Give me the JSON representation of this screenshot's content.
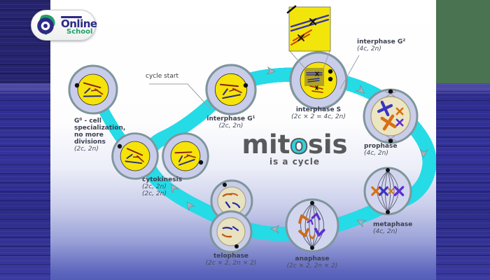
{
  "logo": {
    "primary": "Online",
    "secondary": "School"
  },
  "title": {
    "pre": "mit",
    "o": "o",
    "post": "sis",
    "subtitle": "is a cycle"
  },
  "annotations": {
    "cycle_start": "cycle start"
  },
  "phases": {
    "g0": {
      "name": "G⁰ - cell specialization, no more divisions",
      "value": "(2c, 2n)"
    },
    "g1": {
      "name": "interphase G¹",
      "value": "(2c, 2n)"
    },
    "s": {
      "name": "interphase S",
      "value": "(2c × 2 = 4c, 2n)"
    },
    "g2": {
      "name": "interphase G²",
      "value": "(4c, 2n)"
    },
    "prophase": {
      "name": "prophase",
      "value": "(4c, 2n)"
    },
    "metaphase": {
      "name": "metaphase",
      "value": "(4c, 2n)"
    },
    "anaphase": {
      "name": "anaphase",
      "value": "(2c × 2, 2n × 2)"
    },
    "telophase": {
      "name": "telophase",
      "value": "(2c × 2, 2n × 2)"
    },
    "cytokinesis": {
      "name": "cytokinesis",
      "value1": "(2c, 2n)",
      "value2": "(2c, 2n)"
    }
  },
  "colors": {
    "ring": "#25dbe6",
    "cell_body": "#c9cdea",
    "cell_outline": "#7e959c",
    "nucleus_yellow": "#f5e30a",
    "nucleus_beige": "#ece5c2",
    "chromosome_blue": "#3a35c2",
    "chromosome_orange": "#d96f12",
    "chromosome_purple": "#5c2fd2",
    "background_navy": "#2e2d8e",
    "corner_green": "#4a7451",
    "title_text": "#58595b",
    "title_o": "#2cd3e2",
    "logo_blue": "#2d2a86",
    "logo_green": "#1fa06a"
  }
}
